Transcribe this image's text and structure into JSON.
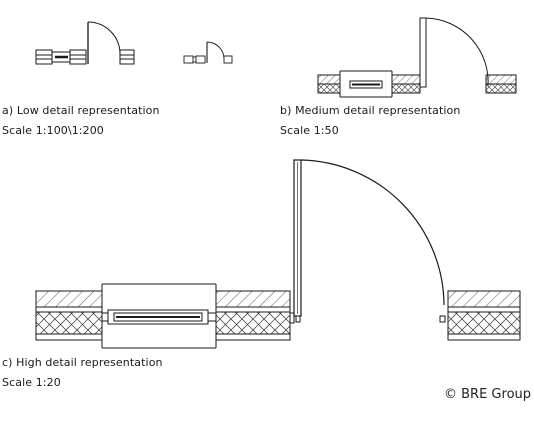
{
  "panels": {
    "a": {
      "caption": "a) Low detail representation",
      "scale": "Scale 1:100\\1:200"
    },
    "b": {
      "caption": "b) Medium detail representation",
      "scale": "Scale 1:50"
    },
    "c": {
      "caption": "c) High detail representation",
      "scale": "Scale 1:20"
    }
  },
  "copyright": "© BRE Group"
}
